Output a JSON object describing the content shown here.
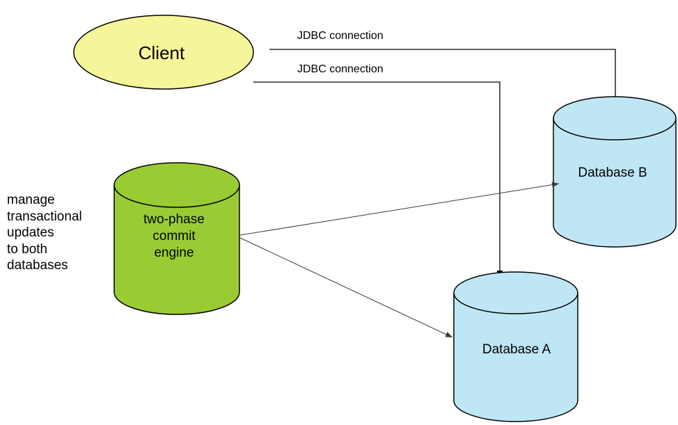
{
  "nodes": {
    "client": {
      "label": "Client",
      "fill": "#f5f59a"
    },
    "engine": {
      "label_lines": [
        "two-phase",
        "commit",
        "engine"
      ],
      "fill": "#99cc33"
    },
    "database_b": {
      "label": "Database B",
      "fill": "#bfe6f5"
    },
    "database_a": {
      "label": "Database A",
      "fill": "#bfe6f5"
    }
  },
  "connections": {
    "jdbc_to_b": "JDBC connection",
    "jdbc_to_a": "JDBC connection"
  },
  "note": {
    "lines": [
      "manage",
      "transactional",
      "updates",
      "to both",
      "databases"
    ]
  },
  "colors": {
    "stroke": "#000000",
    "arrow": "#000000",
    "engine_link": "#3a3a3a"
  }
}
